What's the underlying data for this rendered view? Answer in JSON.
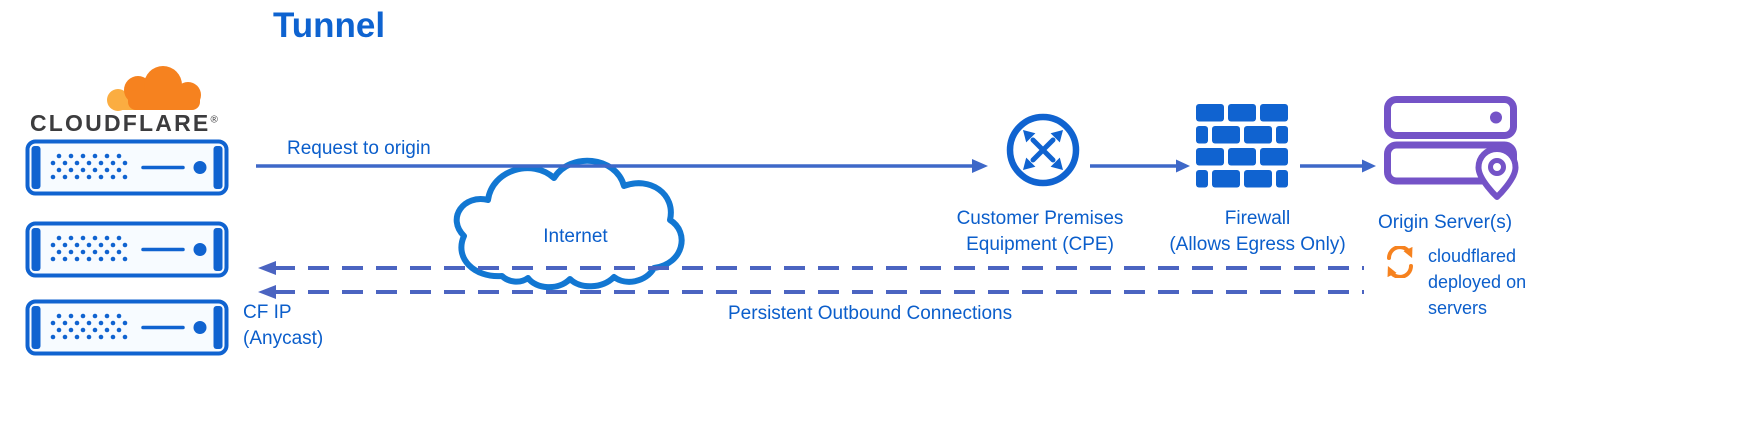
{
  "title": "Tunnel",
  "brand": {
    "name": "CLOUDFLARE",
    "reg": "®",
    "cloud_icon": "cloudflare-cloud-icon"
  },
  "edge_servers": {
    "icon": "edge-server-icon",
    "count": 3,
    "label_line1": "CF IP",
    "label_line2": "(Anycast)"
  },
  "flows": {
    "request": {
      "label": "Request to origin",
      "style": "solid",
      "direction": "right"
    },
    "persistent": {
      "label": "Persistent Outbound Connections",
      "style": "dashed",
      "direction": "left",
      "count": 2
    }
  },
  "internet": {
    "label": "Internet",
    "icon": "internet-cloud-icon"
  },
  "cpe": {
    "label_line1": "Customer Premises",
    "label_line2": "Equipment (CPE)",
    "icon": "cpe-router-icon"
  },
  "firewall": {
    "label_line1": "Firewall",
    "label_line2": "(Allows Egress Only)",
    "icon": "firewall-brick-icon"
  },
  "origin": {
    "label": "Origin Server(s)",
    "icon": "origin-servers-icon",
    "pin_icon": "location-pin-icon"
  },
  "cloudflared": {
    "label": "cloudflared deployed on servers",
    "icon": "cloudflared-sync-icon"
  },
  "colors": {
    "icon_blue": "#1063d0",
    "cloud_blue": "#1277d2",
    "line_blue": "#3e68c8",
    "dashed_blue": "#4b64c1",
    "text_blue": "#0b5ecb",
    "purple": "#7453c7",
    "orange": "#f6821f",
    "orange_light": "#fbad41",
    "brand_dark": "#3c3c3e"
  }
}
